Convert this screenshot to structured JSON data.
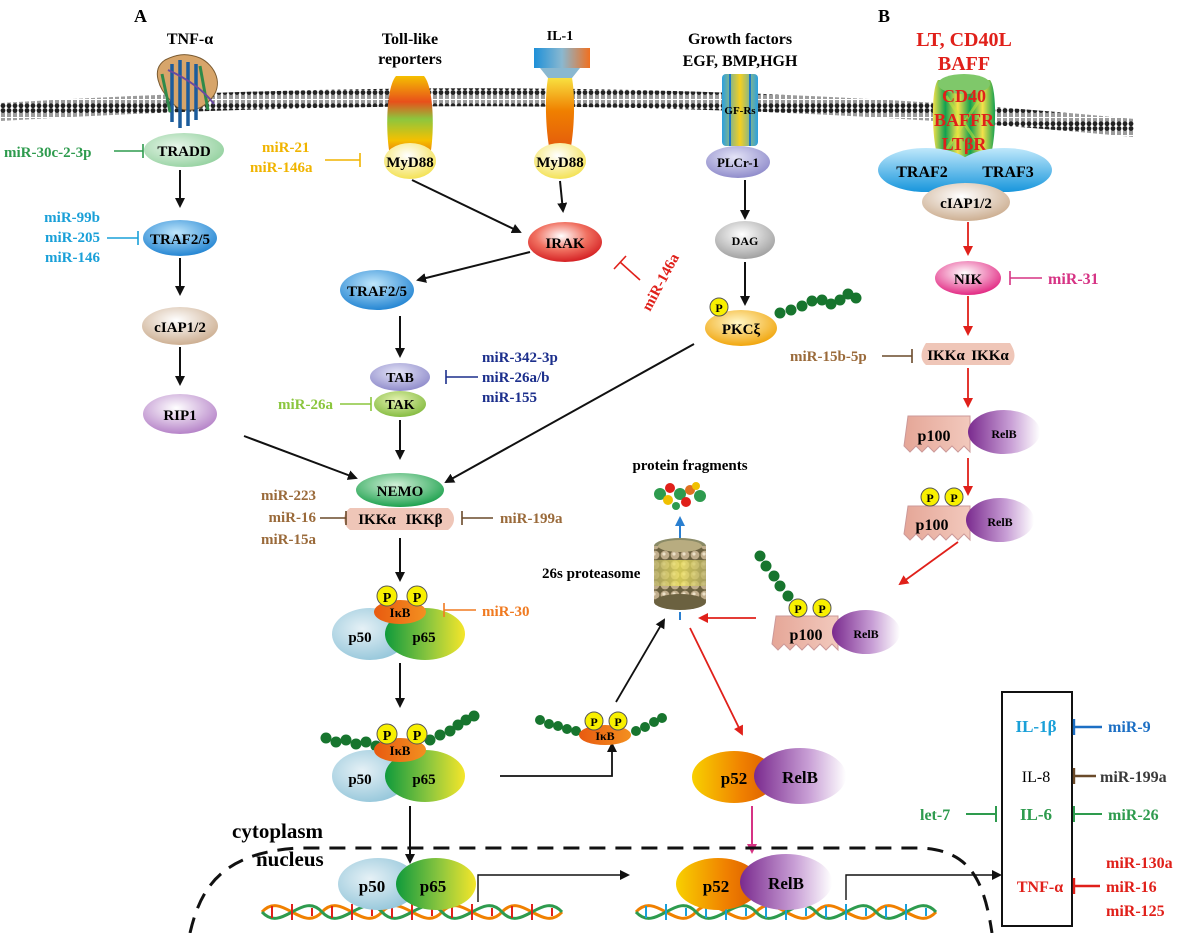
{
  "panels": {
    "a": "A",
    "b": "B"
  },
  "colors": {
    "green_mirna": "#2e9b4e",
    "lightblue_mirna": "#1aa0d8",
    "navy_mirna": "#1c2f8c",
    "brown_mirna": "#9a6a3a",
    "yellow_mirna": "#f0b400",
    "lime_mirna": "#8bc63e",
    "orange_mirna": "#f07a20",
    "red": "#e0201a",
    "pink": "#d63384",
    "blue_arrow": "#2a7fd0"
  },
  "ligands": {
    "tnf": "TNF-α",
    "tlr_line1": "Toll-like",
    "tlr_line2": "reporters",
    "il1": "IL-1",
    "gf_line1": "Growth factors",
    "gf_line2": "EGF, BMP,HGH",
    "lt_line1": "LT, CD40L",
    "lt_line2": "BAFF"
  },
  "receptors": {
    "gfrs": "GF-Rs",
    "cd40": "CD40",
    "baffr": "BAFFR",
    "ltbr": "LTβR"
  },
  "nodes": {
    "tradd": "TRADD",
    "traf25_left": "TRAF2/5",
    "ciap_left": "cIAP1/2",
    "rip1": "RIP1",
    "myd88_tlr": "MyD88",
    "myd88_il1": "MyD88",
    "irak": "IRAK",
    "traf25_mid": "TRAF2/5",
    "tab": "TAB",
    "tak": "TAK",
    "nemo": "NEMO",
    "ikka": "IKKα",
    "ikkb": "IKKβ",
    "plcr": "PLCr-1",
    "dag": "DAG",
    "pkc": "PKCξ",
    "traf2": "TRAF2",
    "traf3": "TRAF3",
    "ciap_right": "cIAP1/2",
    "nik": "NIK",
    "ikka_b1": "IKKα",
    "ikka_b2": "IKKα",
    "ikb": "IκB",
    "ikb_free": "IκB",
    "p50": "p50",
    "p65": "p65",
    "p100": "p100",
    "relb": "RelB",
    "p52": "p52",
    "phospho": "P"
  },
  "labels": {
    "protein_fragments": "protein fragments",
    "proteasome": "26s proteasome",
    "cytoplasm": "cytoplasm",
    "nucleus": "nucleus"
  },
  "mirnas": {
    "mir30c": "miR-30c-2-3p",
    "mir21": "miR-21",
    "mir146a_y": "miR-146a",
    "mir99b": "miR-99b",
    "mir205": "miR-205",
    "mir146": "miR-146",
    "mir146a_r": "miR-146a",
    "mir342": "miR-342-3p",
    "mir26ab": "miR-26a/b",
    "mir155": "miR-155",
    "mir26a": "miR-26a",
    "mir223": "miR-223",
    "mir16_b": "miR-16",
    "mir15a": "miR-15a",
    "mir199a_b": "miR-199a",
    "mir30": "miR-30",
    "mir31": "miR-31",
    "mir15b": "miR-15b-5p"
  },
  "cytokine_box": {
    "il1b": "IL-1β",
    "il8": "IL-8",
    "il6": "IL-6",
    "tnfa": "TNF-α",
    "mir9": "miR-9",
    "mir199a": "miR-199a",
    "let7": "let-7",
    "mir26": "miR-26",
    "mir130a": "miR-130a",
    "mir16": "miR-16",
    "mir125": "miR-125"
  }
}
